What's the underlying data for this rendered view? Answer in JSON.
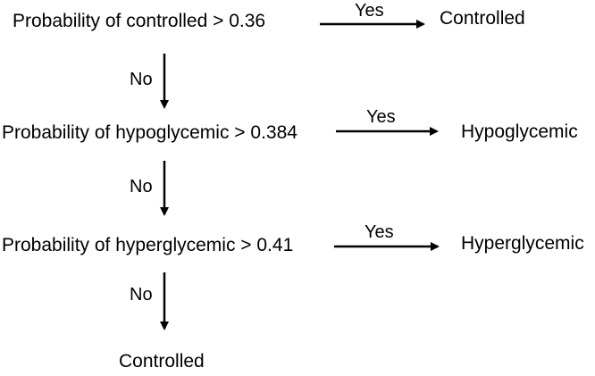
{
  "diagram": {
    "line_color": "#000000",
    "background": "#ffffff",
    "conditions": [
      "Probability of controlled > 0.36",
      "Probability of hypoglycemic > 0.384",
      "Probability of hyperglycemic > 0.41"
    ],
    "outcomes": [
      "Controlled",
      "Hypoglycemic",
      "Hyperglycemic"
    ],
    "yes_label": "Yes",
    "no_label": "No",
    "final_outcome": "Controlled"
  }
}
